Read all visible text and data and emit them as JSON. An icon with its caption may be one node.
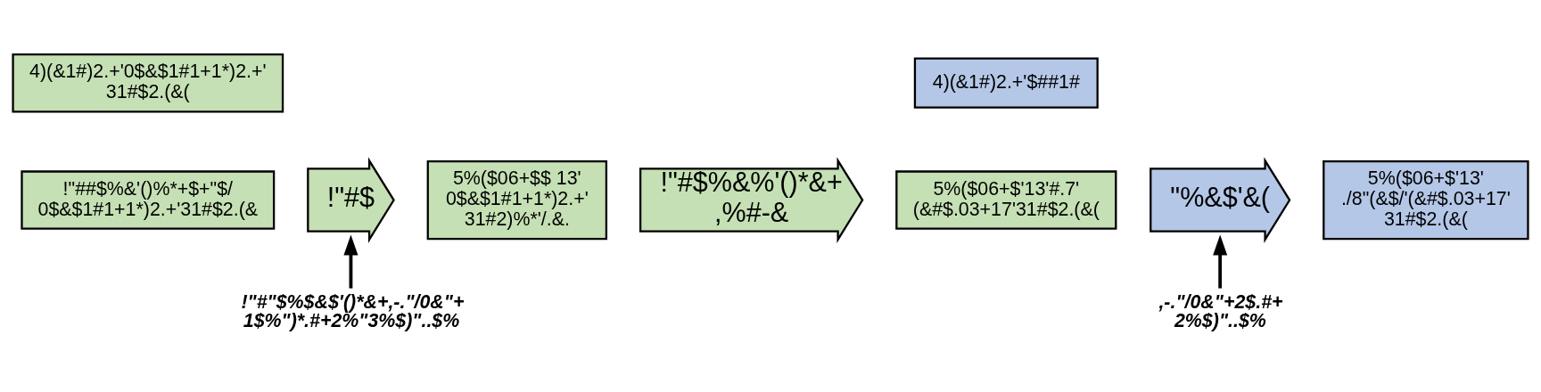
{
  "diagram": {
    "nodes": [
      {
        "text": [
          "4)(&1#)2.+'0$&$1#1+1*)2.+' 31#$2.(&("
        ]
      },
      {
        "text": [
          "!\"##$%&'()%*+$+\"$/ 0$&$1#1+1*)2.+'31#$2.(&"
        ]
      },
      {
        "text": [
          "!\"#$"
        ]
      },
      {
        "text": [
          "5%($06+$$ 13' 0$&$1#1+1*)2.+' 31#2)%*'/.&."
        ]
      },
      {
        "text": [
          "!\"#$%&%'()*&+ ,%#-&"
        ]
      },
      {
        "text": [
          "4)(&1#)2.+'$##1#"
        ]
      },
      {
        "text": [
          "5%($06+$'13'#.7' (&#$.03+17'31#$2.(&("
        ]
      },
      {
        "text": [
          "\"%&$'&("
        ]
      },
      {
        "text": [
          "5%($06+$'13' ./8\"(&$/'(&#$.03+17' 31#$2.(&("
        ]
      },
      {
        "text": [
          "!\"#\"$%$&$'()*&+,-.\"/0&\"+ 1$%\")*.#+2%\"3%$)\"..$%"
        ]
      },
      {
        "text": [
          ",-.\"/0&\"+2$.#+ 2%$)\"..$%"
        ]
      }
    ],
    "edges": [
      {
        "from": 9,
        "to": 2,
        "arrow": "to"
      },
      {
        "from": 10,
        "to": 7,
        "arrow": "to"
      }
    ]
  }
}
